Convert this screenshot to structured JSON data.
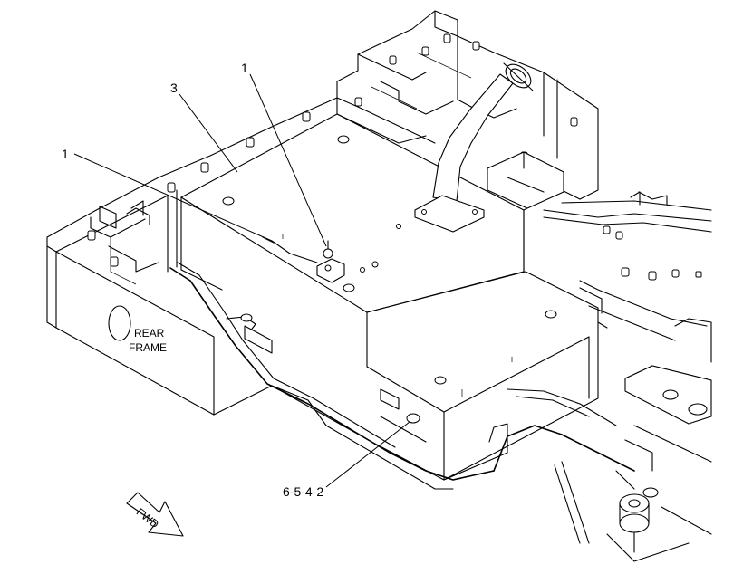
{
  "callouts": {
    "c1_top": "1",
    "c1_left": "1",
    "c3": "3",
    "c_bottom": "6-5-4-2"
  },
  "frame_label": {
    "line1": "REAR",
    "line2": "FRAME"
  },
  "fwd_label": "FWD"
}
